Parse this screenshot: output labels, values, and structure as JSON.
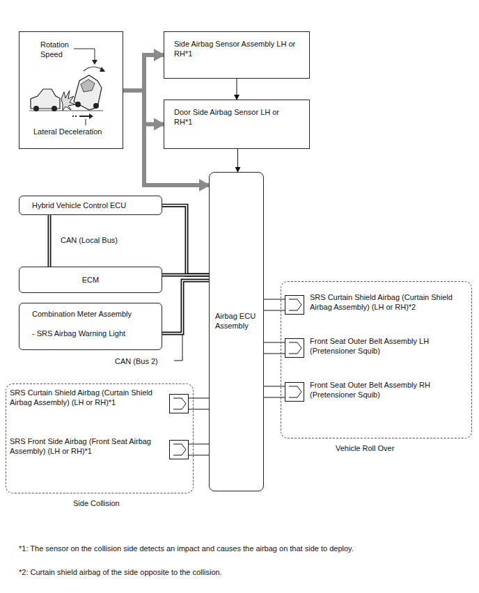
{
  "diagram": {
    "nodes": [
      {
        "text": [
          "Rotation Speed",
          "Lateral Deceleration"
        ]
      },
      {
        "text": [
          "Side Airbag Sensor Assembly LH or RH*1"
        ]
      },
      {
        "text": [
          "Door Side Airbag Sensor LH or RH*1"
        ]
      },
      {
        "text": [
          "Hybrid Vehicle Control ECU"
        ]
      },
      {
        "text": [
          "ECM"
        ]
      },
      {
        "text": [
          "Combination Meter Assembly",
          "- SRS Airbag Warning Light"
        ]
      },
      {
        "text": [
          "Airbag ECU Assembly"
        ]
      },
      {
        "text": [
          "Vehicle Roll Over"
        ]
      },
      {
        "text": [
          "SRS Curtain Shield Airbag (Curtain Shield Airbag Assembly) (LH or RH)*2"
        ],
        "in": 7
      },
      {
        "text": [
          "Front Seat Outer Belt Assembly LH (Pretensioner Squib)"
        ],
        "in": 7
      },
      {
        "text": [
          "Front Seat Outer Belt Assembly RH (Pretensioner Squib)"
        ],
        "in": 7
      },
      {
        "text": [
          "Side Collision"
        ]
      },
      {
        "text": [
          "SRS Curtain Shield Airbag (Curtain Shield Airbag Assembly) (LH or RH)*1"
        ],
        "in": 11
      },
      {
        "text": [
          "SRS Front Side Airbag (Front Seat Airbag Assembly) (LH or RH)*1"
        ],
        "in": 11
      }
    ],
    "edges": [
      {
        "from": 0,
        "to": 1,
        "arrow": "to"
      },
      {
        "from": 0,
        "to": 2,
        "arrow": "to"
      },
      {
        "from": 0,
        "to": 6,
        "arrow": "to"
      },
      {
        "from": 1,
        "to": 2,
        "arrow": "to"
      },
      {
        "from": 2,
        "to": 6,
        "arrow": "to"
      },
      {
        "from": 3,
        "to": 4,
        "label": "CAN (Local Bus)",
        "arrow": "none"
      },
      {
        "from": 3,
        "to": 6,
        "arrow": "none"
      },
      {
        "from": 4,
        "to": 6,
        "arrow": "none"
      },
      {
        "from": 5,
        "to": 6,
        "arrow": "none"
      },
      {
        "from": 6,
        "to": 8,
        "arrow": "none"
      },
      {
        "from": 6,
        "to": 9,
        "arrow": "none"
      },
      {
        "from": 6,
        "to": 10,
        "arrow": "none"
      },
      {
        "from": 6,
        "to": 12,
        "arrow": "none"
      },
      {
        "from": 6,
        "to": 13,
        "arrow": "none"
      }
    ],
    "labels": [
      "CAN (Bus 2)",
      "*1: The sensor on the collision side detects an impact and causes the airbag on that side to deploy.",
      "*2: Curtain shield airbag of the side opposite to the collision."
    ]
  }
}
